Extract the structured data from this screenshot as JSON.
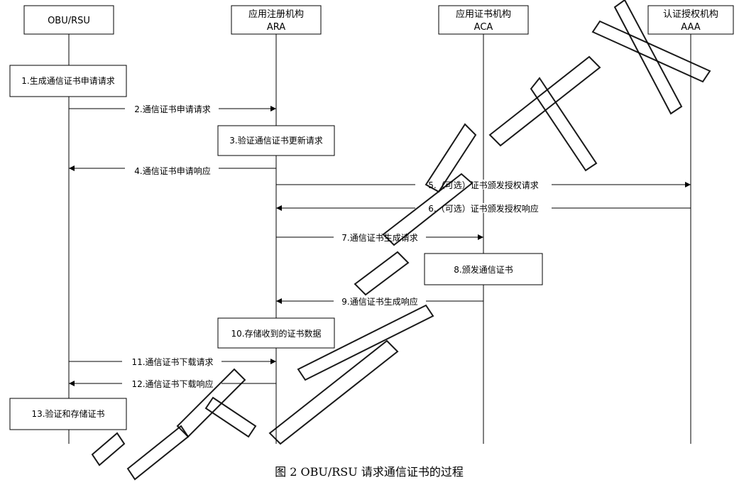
{
  "participants": [
    {
      "id": "obu",
      "line1": "OBU/RSU",
      "line2": ""
    },
    {
      "id": "ara",
      "line1": "应用注册机构",
      "line2": "ARA"
    },
    {
      "id": "aca",
      "line1": "应用证书机构",
      "line2": "ACA"
    },
    {
      "id": "aaa",
      "line1": "认证授权机构",
      "line2": "AAA"
    }
  ],
  "steps": [
    {
      "label": "1.生成通信证书申请请求"
    },
    {
      "label": "2.通信证书申请请求"
    },
    {
      "label": "3.验证通信证书更新请求"
    },
    {
      "label": "4.通信证书申请响应"
    },
    {
      "label": "5.（可选）证书颁发授权请求"
    },
    {
      "label": "6.（可选）证书颁发授权响应"
    },
    {
      "label": "7.通信证书生成请求"
    },
    {
      "label": "8.颁发通信证书"
    },
    {
      "label": "9.通信证书生成响应"
    },
    {
      "label": "10.存储收到的证书数据"
    },
    {
      "label": "11.通信证书下载请求"
    },
    {
      "label": "12.通信证书下载响应"
    },
    {
      "label": "13.验证和存储证书"
    }
  ],
  "caption": {
    "text": "图 2    OBU/RSU 请求通信证书的过程"
  }
}
